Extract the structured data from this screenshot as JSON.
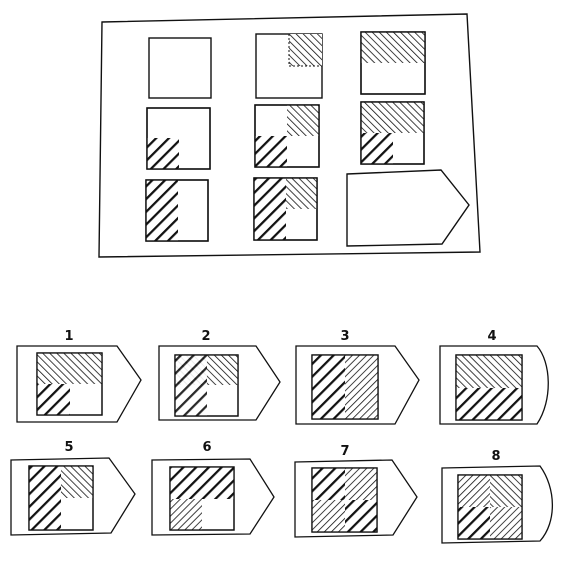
{
  "puzzle": {
    "rows": [
      [
        {
          "top_right": false,
          "top_left": false,
          "bottom_left": false
        },
        {
          "top_right": true,
          "top_left": false,
          "bottom_left": false
        },
        {
          "top_right": true,
          "top_left": true,
          "bottom_left": false
        }
      ],
      [
        {
          "top_right": false,
          "top_left": false,
          "bottom_left": true
        },
        {
          "top_right": true,
          "top_left": false,
          "bottom_left": true
        },
        {
          "top_right": true,
          "top_left": true,
          "bottom_left": true
        }
      ],
      [
        {
          "top_right": false,
          "top_left": true,
          "bottom_left": true,
          "left_dense": true
        },
        {
          "top_right": true,
          "top_left": true,
          "bottom_left": true,
          "left_dense": true
        },
        {
          "missing": true
        }
      ]
    ]
  },
  "options": [
    {
      "label": "1"
    },
    {
      "label": "2"
    },
    {
      "label": "3"
    },
    {
      "label": "4"
    },
    {
      "label": "5"
    },
    {
      "label": "6"
    },
    {
      "label": "7"
    },
    {
      "label": "8"
    }
  ],
  "colors": {
    "ink": "#111111",
    "paper": "#ffffff"
  }
}
